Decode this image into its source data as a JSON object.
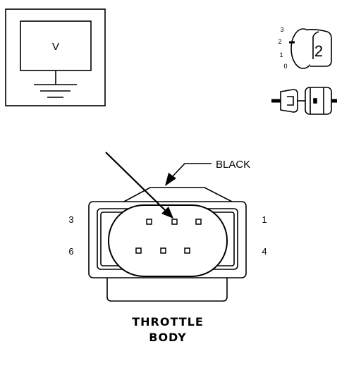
{
  "meter": {
    "symbol": "V"
  },
  "selector": {
    "positions": [
      "3",
      "2",
      "1",
      "0"
    ],
    "current": "2"
  },
  "connector": {
    "color_label": "BLACK",
    "pin_labels": {
      "pin3": "3",
      "pin1": "1",
      "pin6": "6",
      "pin4": "4"
    }
  },
  "caption": {
    "line1": "THROTTLE",
    "line2": "BODY"
  },
  "colors": {
    "ink": "#000000",
    "paper": "#ffffff"
  }
}
